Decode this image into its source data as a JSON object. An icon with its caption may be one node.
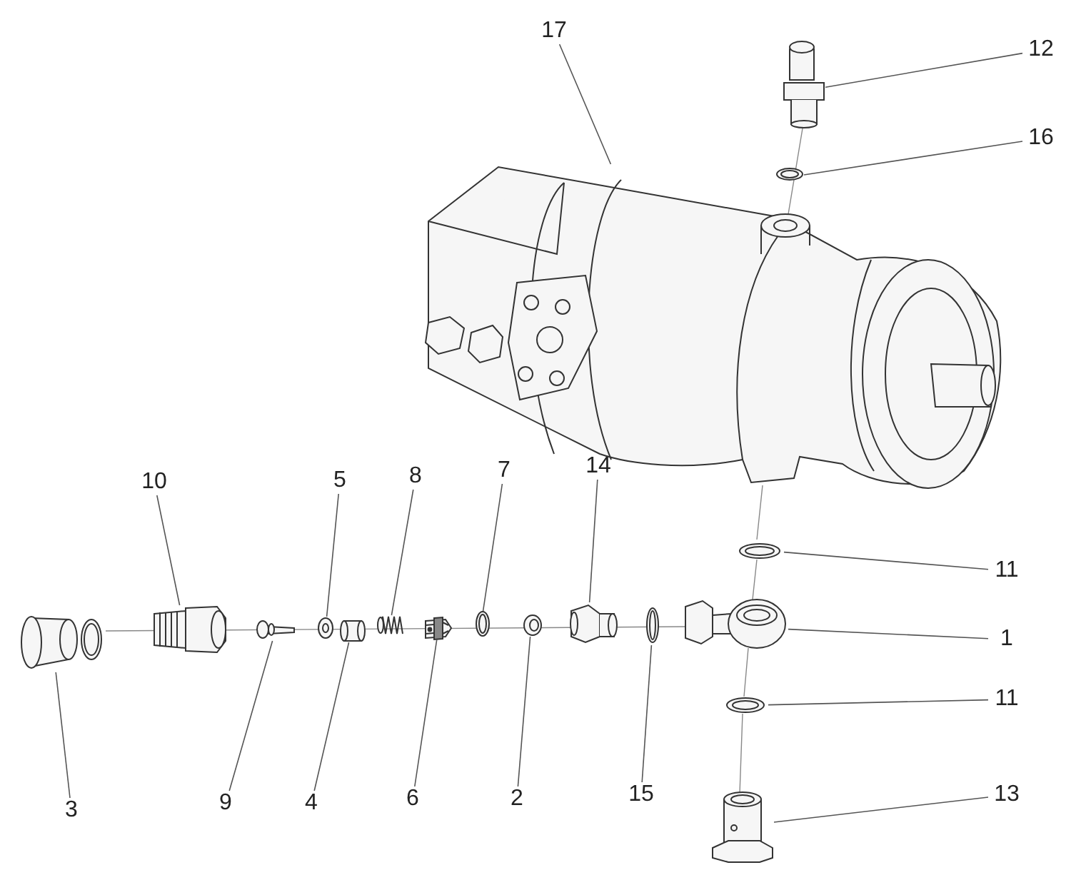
{
  "diagram": {
    "nodes": [
      {
        "text": [
          "17"
        ]
      },
      {
        "text": [
          "12"
        ]
      },
      {
        "text": [
          "16"
        ]
      },
      {
        "text": [
          "10"
        ]
      },
      {
        "text": [
          "5"
        ]
      },
      {
        "text": [
          "8"
        ]
      },
      {
        "text": [
          "7"
        ]
      },
      {
        "text": [
          "14"
        ]
      },
      {
        "text": [
          "11"
        ]
      },
      {
        "text": [
          "1"
        ]
      },
      {
        "text": [
          "11"
        ]
      },
      {
        "text": [
          "13"
        ]
      },
      {
        "text": [
          "3"
        ]
      },
      {
        "text": [
          "9"
        ]
      },
      {
        "text": [
          "4"
        ]
      },
      {
        "text": [
          "6"
        ]
      },
      {
        "text": [
          "2"
        ]
      },
      {
        "text": [
          "15"
        ]
      },
      {
        "text": [],
        "shape": "picture"
      },
      {
        "text": [],
        "shape": "picture"
      },
      {
        "text": [],
        "shape": "picture"
      },
      {
        "text": [],
        "shape": "picture"
      },
      {
        "text": [],
        "shape": "picture"
      },
      {
        "text": [],
        "shape": "spring"
      },
      {
        "text": [],
        "shape": "ring"
      },
      {
        "text": [],
        "shape": "picture"
      },
      {
        "text": [],
        "shape": "picture"
      },
      {
        "text": [],
        "shape": "picture"
      },
      {
        "text": [],
        "shape": "picture"
      },
      {
        "text": [],
        "shape": "picture"
      },
      {
        "text": [],
        "shape": "picture"
      },
      {
        "text": [],
        "shape": "picture"
      },
      {
        "text": [],
        "shape": "cylinder"
      },
      {
        "text": [],
        "shape": "picture"
      },
      {
        "text": [],
        "shape": "picture"
      },
      {
        "text": [],
        "shape": "picture"
      }
    ],
    "edges": [
      {
        "from": 0,
        "to": 18,
        "arrow": "none"
      },
      {
        "from": 1,
        "to": 19,
        "arrow": "none"
      },
      {
        "from": 2,
        "to": 20,
        "arrow": "none"
      },
      {
        "from": 3,
        "to": 21,
        "arrow": "none"
      },
      {
        "from": 4,
        "to": 22,
        "arrow": "none"
      },
      {
        "from": 5,
        "to": 23,
        "arrow": "none"
      },
      {
        "from": 6,
        "to": 24,
        "arrow": "none"
      },
      {
        "from": 7,
        "to": 25,
        "arrow": "none"
      },
      {
        "from": 8,
        "to": 26,
        "arrow": "none"
      },
      {
        "from": 9,
        "to": 27,
        "arrow": "none"
      },
      {
        "from": 10,
        "to": 28,
        "arrow": "none"
      },
      {
        "from": 11,
        "to": 29,
        "arrow": "none"
      },
      {
        "from": 12,
        "to": 30,
        "arrow": "none"
      },
      {
        "from": 13,
        "to": 31,
        "arrow": "none"
      },
      {
        "from": 14,
        "to": 32,
        "arrow": "none"
      },
      {
        "from": 15,
        "to": 33,
        "arrow": "none"
      },
      {
        "from": 16,
        "to": 34,
        "arrow": "none"
      },
      {
        "from": 17,
        "to": 35,
        "arrow": "none"
      }
    ]
  }
}
